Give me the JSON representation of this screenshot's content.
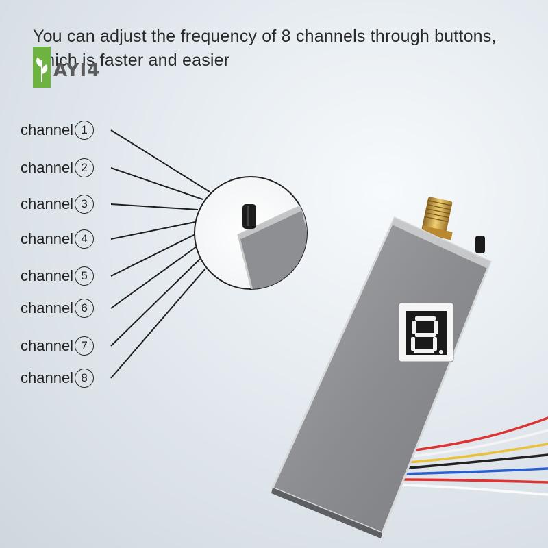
{
  "headline": {
    "line1": "You can adjust the frequency of 8 channels through buttons,",
    "line2": "which is faster and easier"
  },
  "logo": {
    "text": "AYI4",
    "color": "#6db33f"
  },
  "channels": [
    {
      "word": "channel",
      "num": "1"
    },
    {
      "word": "channel",
      "num": "2"
    },
    {
      "word": "channel",
      "num": "3"
    },
    {
      "word": "channel",
      "num": "4"
    },
    {
      "word": "channel",
      "num": "5"
    },
    {
      "word": "channel",
      "num": "6"
    },
    {
      "word": "channel",
      "num": "7"
    },
    {
      "word": "channel",
      "num": "8"
    }
  ],
  "display": {
    "digit": "8"
  },
  "colors": {
    "module_body": "#8e8f92",
    "antenna_gold": "#c99a3a",
    "led_red": "#e23a3a",
    "wire_colors": [
      "#d33",
      "#fff",
      "#222",
      "#e8c23a",
      "#2a5fd1"
    ]
  }
}
